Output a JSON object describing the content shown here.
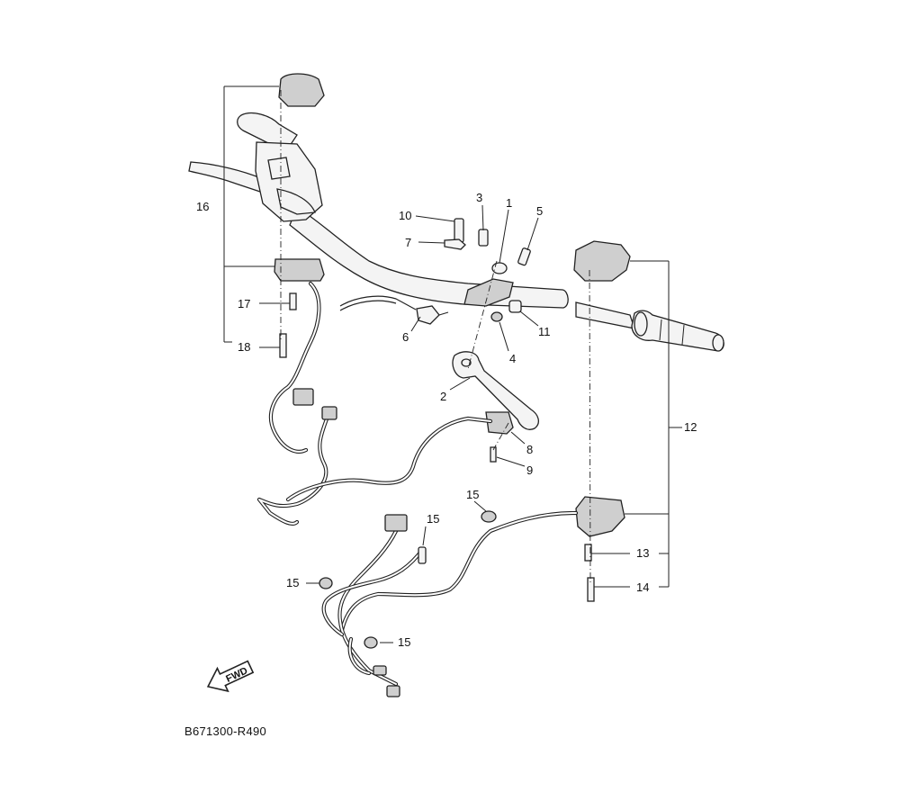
{
  "diagram": {
    "callouts": [
      {
        "id": "1",
        "text": "1"
      },
      {
        "id": "2",
        "text": "2"
      },
      {
        "id": "3",
        "text": "3"
      },
      {
        "id": "4",
        "text": "4"
      },
      {
        "id": "5",
        "text": "5"
      },
      {
        "id": "6",
        "text": "6"
      },
      {
        "id": "7",
        "text": "7"
      },
      {
        "id": "8",
        "text": "8"
      },
      {
        "id": "9",
        "text": "9"
      },
      {
        "id": "10",
        "text": "10"
      },
      {
        "id": "11",
        "text": "11"
      },
      {
        "id": "12",
        "text": "12"
      },
      {
        "id": "13",
        "text": "13"
      },
      {
        "id": "14",
        "text": "14"
      },
      {
        "id": "15a",
        "text": "15"
      },
      {
        "id": "15b",
        "text": "15"
      },
      {
        "id": "15c",
        "text": "15"
      },
      {
        "id": "15d",
        "text": "15"
      },
      {
        "id": "16",
        "text": "16"
      },
      {
        "id": "17",
        "text": "17"
      },
      {
        "id": "18",
        "text": "18"
      }
    ],
    "direction_indicator": "FWD",
    "drawing_code": "B671300-R490",
    "icons": [
      "fwd-arrow-icon"
    ]
  }
}
